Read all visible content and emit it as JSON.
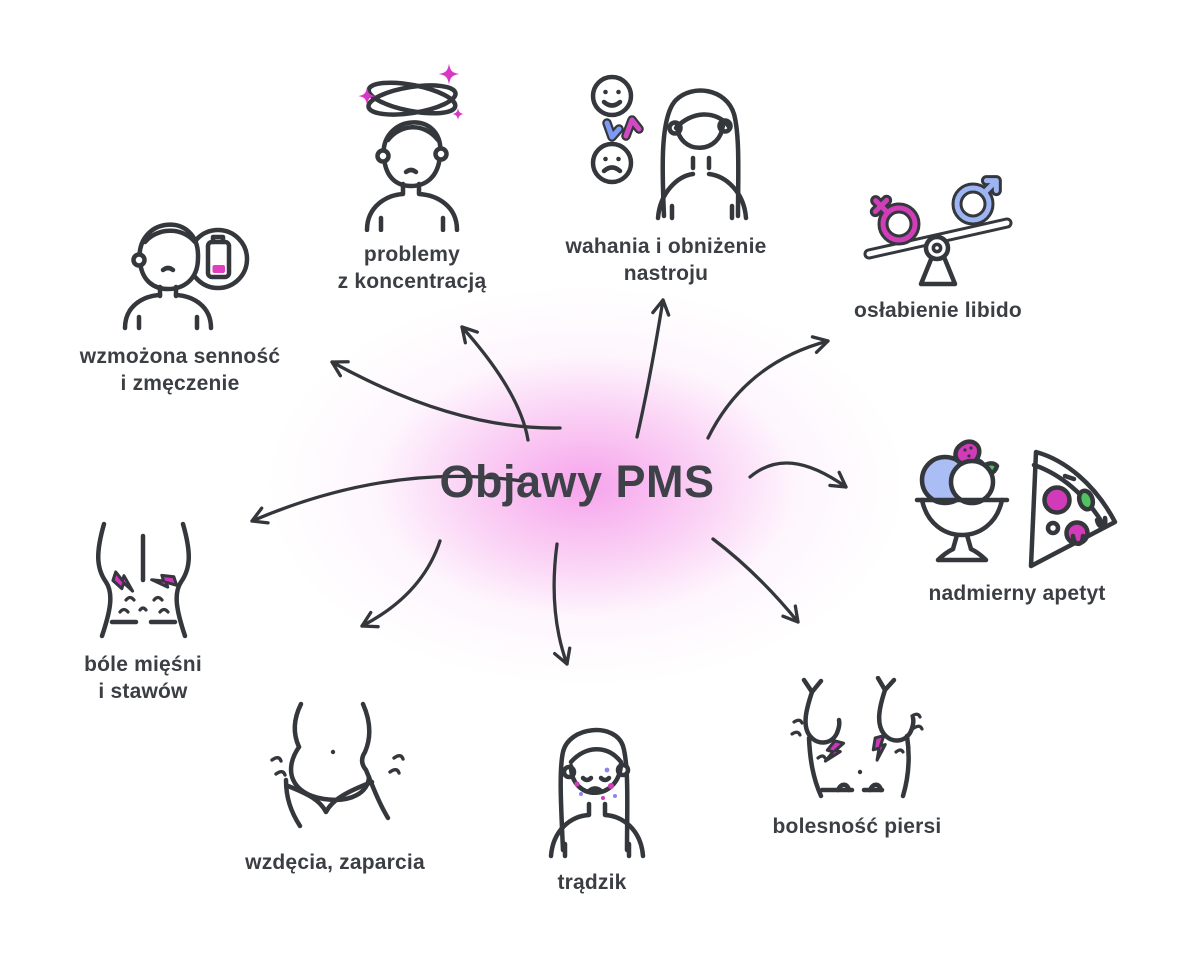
{
  "title": "Objawy PMS",
  "symptoms": [
    {
      "id": "problemy-z-koncentracja",
      "label": "problemy\nz koncentracją",
      "icon": "dizzy-person-icon"
    },
    {
      "id": "wahania-nastroju",
      "label": "wahania i obniżenie\nnastroju",
      "icon": "mood-swings-icon"
    },
    {
      "id": "oslabienie-libido",
      "label": "osłabienie libido",
      "icon": "gender-balance-icon"
    },
    {
      "id": "nadmierny-apetyt",
      "label": "nadmierny apetyt",
      "icon": "ice-cream-pizza-icon"
    },
    {
      "id": "bolesnosc-piersi",
      "label": "bolesność piersi",
      "icon": "breast-pain-icon"
    },
    {
      "id": "tradzik",
      "label": "trądzik",
      "icon": "acne-face-icon"
    },
    {
      "id": "wzdecia-zaparcia",
      "label": "wzdęcia, zaparcia",
      "icon": "bloated-belly-icon"
    },
    {
      "id": "bole-miesni",
      "label": "bóle mięśni\ni stawów",
      "icon": "back-pain-icon"
    },
    {
      "id": "wzmozona-sennosc",
      "label": "wzmożona senność\ni zmęczenie",
      "icon": "low-battery-person-icon"
    }
  ],
  "colors": {
    "ink": "#34373c",
    "text": "#3b3e43",
    "pink": "#d13ab8",
    "violet": "#8a86ef",
    "blue": "#9db6f3",
    "arrow_blue": "#7d9af5",
    "arrow_pink": "#d24ac1",
    "green": "#52c15f",
    "glow": "#f594e8"
  }
}
